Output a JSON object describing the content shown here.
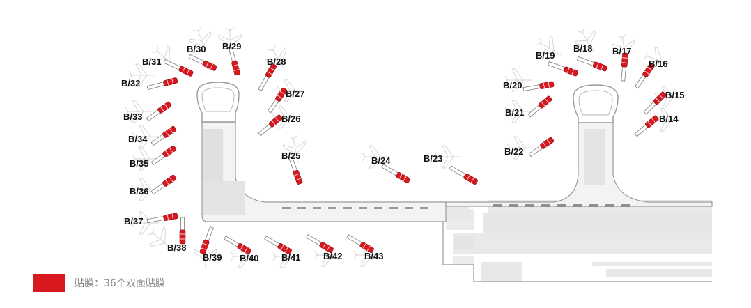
{
  "colors": {
    "film": "#d7181f",
    "terminal_fill": "#e8e8e8",
    "terminal_line": "#9a9a9a",
    "plane": "#c8c8c8"
  },
  "gates": [
    {
      "id": "B/14",
      "label": "B/14"
    },
    {
      "id": "B/15",
      "label": "B/15"
    },
    {
      "id": "B/16",
      "label": "B/16"
    },
    {
      "id": "B/17",
      "label": "B/17"
    },
    {
      "id": "B/18",
      "label": "B/18"
    },
    {
      "id": "B/19",
      "label": "B/19"
    },
    {
      "id": "B/20",
      "label": "B/20"
    },
    {
      "id": "B/21",
      "label": "B/21"
    },
    {
      "id": "B/22",
      "label": "B/22"
    },
    {
      "id": "B/23",
      "label": "B/23"
    },
    {
      "id": "B/24",
      "label": "B/24"
    },
    {
      "id": "B/25",
      "label": "B/25"
    },
    {
      "id": "B/26",
      "label": "B/26"
    },
    {
      "id": "B/27",
      "label": "B/27"
    },
    {
      "id": "B/28",
      "label": "B/28"
    },
    {
      "id": "B/29",
      "label": "B/29"
    },
    {
      "id": "B/30",
      "label": "B/30"
    },
    {
      "id": "B/31",
      "label": "B/31"
    },
    {
      "id": "B/32",
      "label": "B/32"
    },
    {
      "id": "B/33",
      "label": "B/33"
    },
    {
      "id": "B/34",
      "label": "B/34"
    },
    {
      "id": "B/35",
      "label": "B/35"
    },
    {
      "id": "B/36",
      "label": "B/36"
    },
    {
      "id": "B/37",
      "label": "B/37"
    },
    {
      "id": "B/38",
      "label": "B/38"
    },
    {
      "id": "B/39",
      "label": "B/39"
    },
    {
      "id": "B/40",
      "label": "B/40"
    },
    {
      "id": "B/41",
      "label": "B/41"
    },
    {
      "id": "B/42",
      "label": "B/42"
    },
    {
      "id": "B/43",
      "label": "B/43"
    }
  ],
  "legend": {
    "text": "贴膜：36个双面贴膜"
  }
}
